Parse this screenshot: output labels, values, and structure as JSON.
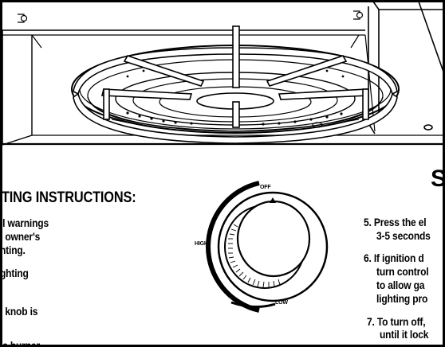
{
  "section_letter": "S",
  "instructions_heading": "TING INSTRUCTIONS:",
  "left_column": [
    "ll warnings",
    "l owner's",
    "hting.",
    "ghting",
    "l knob is",
    "le burner"
  ],
  "right_column": [
    "5. Press the el",
    "3-5 seconds",
    "6. If ignition d",
    "turn control",
    "to allow ga",
    "lighting pro",
    "7. To turn off,",
    "until it lock"
  ],
  "knob": {
    "off_label": "OFF",
    "high_label": "HIGH",
    "low_label": "LOW"
  }
}
